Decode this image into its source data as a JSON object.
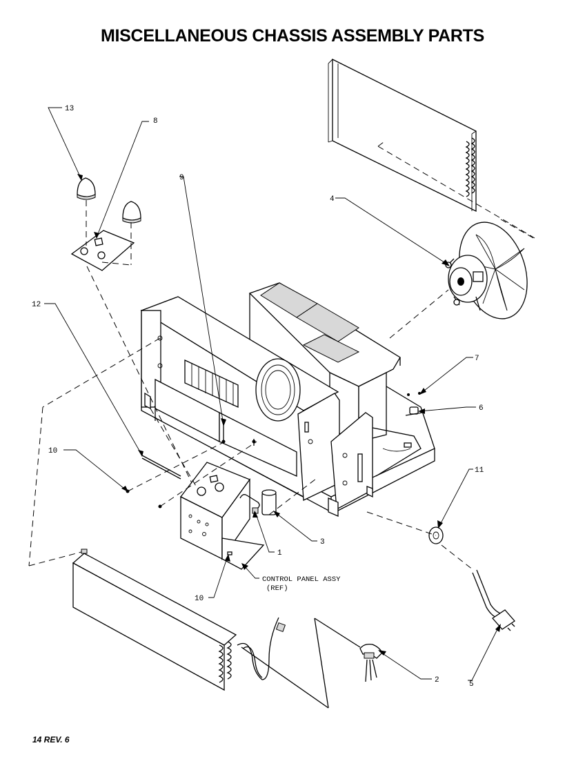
{
  "title": "MISCELLANEOUS CHASSIS ASSEMBLY PARTS",
  "footer": "14 REV. 6",
  "callouts": {
    "c1": "1",
    "c2": "2",
    "c3": "3",
    "c4": "4",
    "c5": "5",
    "c6": "6",
    "c7": "7",
    "c8": "8",
    "c9": "9",
    "c10a": "10",
    "c10b": "10",
    "c11": "11",
    "c12": "12",
    "c13": "13"
  },
  "reference_label": {
    "line1": "CONTROL PANEL ASSY",
    "line2": "(REF)"
  }
}
